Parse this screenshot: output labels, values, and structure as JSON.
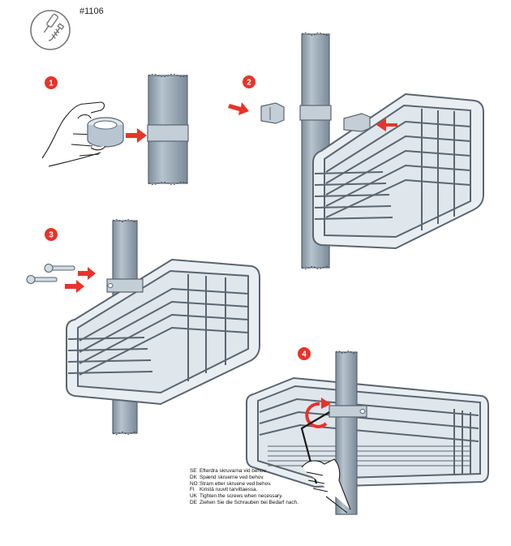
{
  "document": {
    "product_code": "#1106",
    "tool_icon": "screwdriver-screw-icon",
    "colors": {
      "step_badge": "#e8332b",
      "arrow": "#e8332b",
      "pole_fill": "#9aa9b6",
      "pole_shadow": "#6f7f8c",
      "metal_stroke": "#5a6670",
      "basket_fill": "#c9d3dc",
      "line": "#1a1a1a"
    },
    "steps": [
      {
        "number": "1",
        "icon": "hand-holding-clamp"
      },
      {
        "number": "2",
        "icon": "clamp-into-basket"
      },
      {
        "number": "3",
        "icon": "bolts-into-clamp"
      },
      {
        "number": "4",
        "icon": "allen-key-tighten"
      }
    ],
    "instructions": [
      {
        "code": "SE",
        "text": "Efterdra skruvarna vid behov."
      },
      {
        "code": "DK",
        "text": "Spænd skruerne ved behov."
      },
      {
        "code": "NO",
        "text": "Stram etter skruene ved behov."
      },
      {
        "code": "FI",
        "text": "Kiristä ruuvit tarvittaessa."
      },
      {
        "code": "UK",
        "text": "Tighten the screws when necessary."
      },
      {
        "code": "DE",
        "text": "Ziehen Sie die Schrauben bei Bedarf nach."
      }
    ]
  }
}
